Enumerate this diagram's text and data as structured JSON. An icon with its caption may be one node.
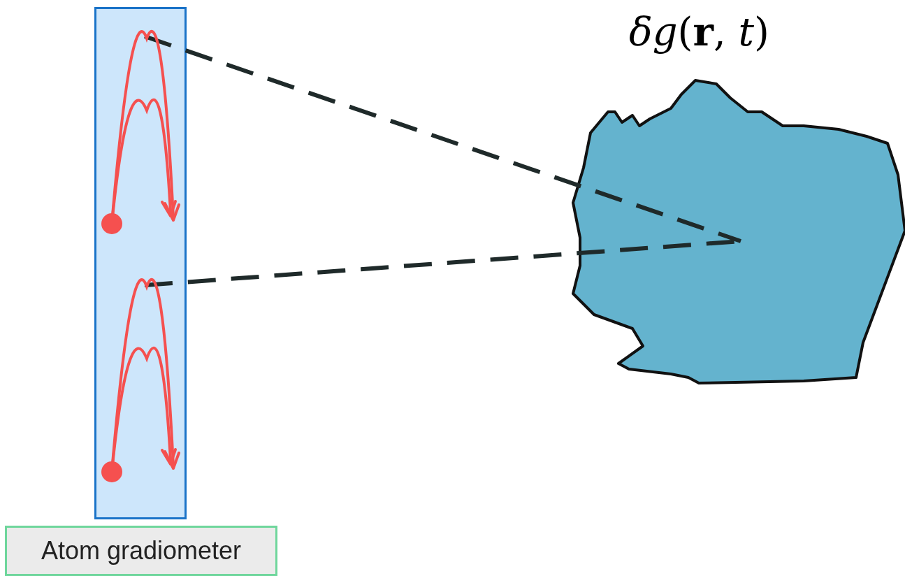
{
  "diagram": {
    "nodes": [
      {
        "text": [],
        "shape": "box"
      },
      {
        "text": [],
        "shape": "picture",
        "in": 0
      },
      {
        "text": [],
        "shape": "picture",
        "in": 0
      },
      {
        "text": [
          "*δg*(**r**, *t*)"
        ]
      },
      {
        "text": [
          "Atom gradiometer"
        ]
      }
    ],
    "edges": [
      {
        "from": 1,
        "to": 3,
        "arrow": "none",
        "style": "dashed"
      },
      {
        "from": 2,
        "to": 3,
        "arrow": "none",
        "style": "dashed"
      }
    ]
  }
}
